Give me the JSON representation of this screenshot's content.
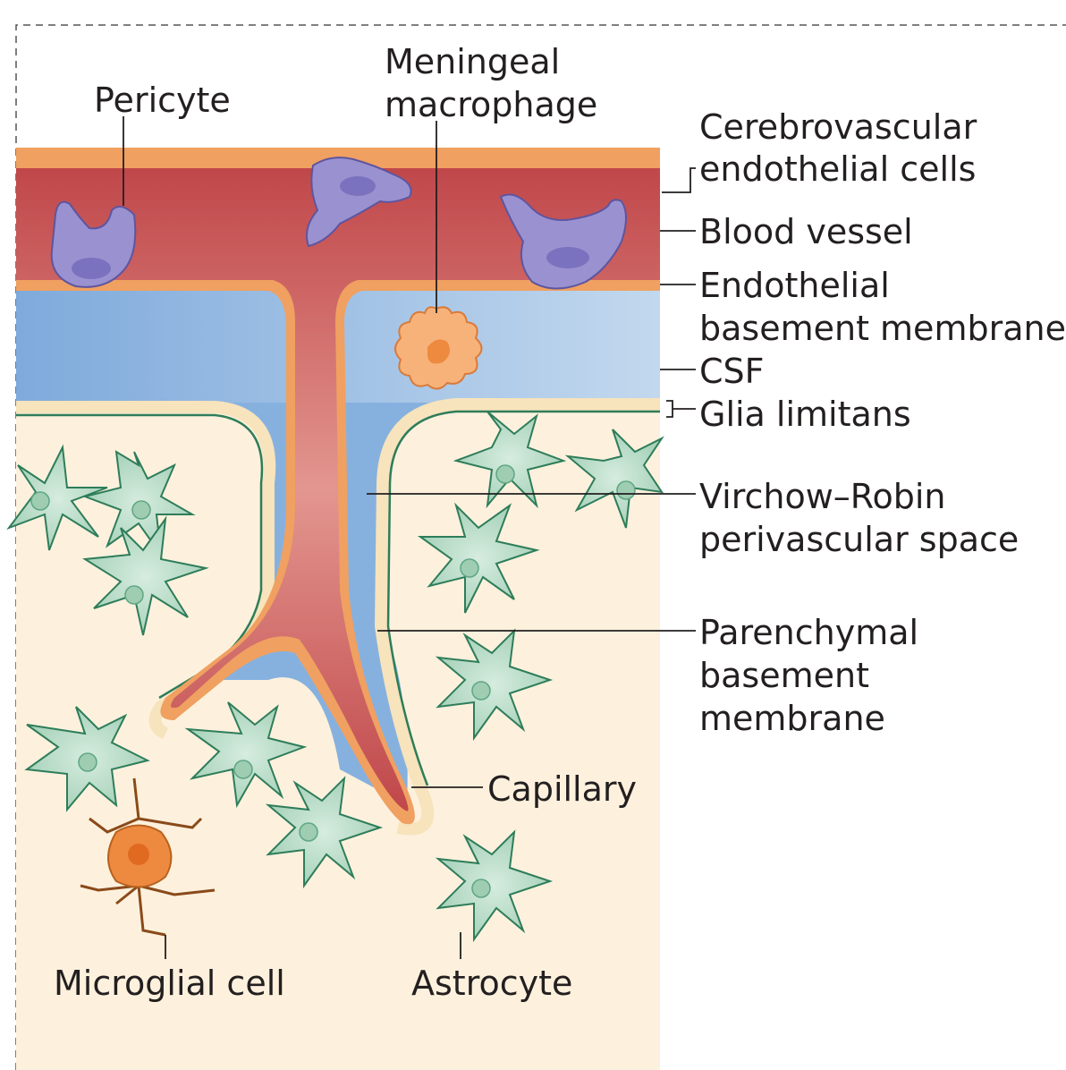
{
  "labels": {
    "pericyte": "Pericyte",
    "meningeal_macrophage_line1": "Meningeal",
    "meningeal_macrophage_line2": "macrophage",
    "cerebrovascular_line1": "Cerebrovascular",
    "cerebrovascular_line2": "endothelial cells",
    "blood_vessel": "Blood vessel",
    "endothelial_bm_line1": "Endothelial",
    "endothelial_bm_line2": "basement membrane",
    "csf": "CSF",
    "glia_limitans": "Glia limitans",
    "virchow_line1": "Virchow–Robin",
    "virchow_line2": "perivascular space",
    "parenchymal_line1": "Parenchymal",
    "parenchymal_line2": "basement",
    "parenchymal_line3": "membrane",
    "capillary": "Capillary",
    "microglial_cell": "Microglial cell",
    "astrocyte": "Astrocyte"
  },
  "colors": {
    "blood": "#c8484c",
    "blood_light": "#e08a86",
    "endothelium": "#f0a060",
    "csf": "#8cb4e0",
    "parenchyma": "#fdf1dd",
    "glia_limitans": "#f7e3bc",
    "astrocyte": "#b8dcc8",
    "astrocyte_outline": "#2e7d5a",
    "pericyte": "#9a92d0",
    "macrophage": "#f5a86e",
    "microglia": "#ee8a40"
  }
}
